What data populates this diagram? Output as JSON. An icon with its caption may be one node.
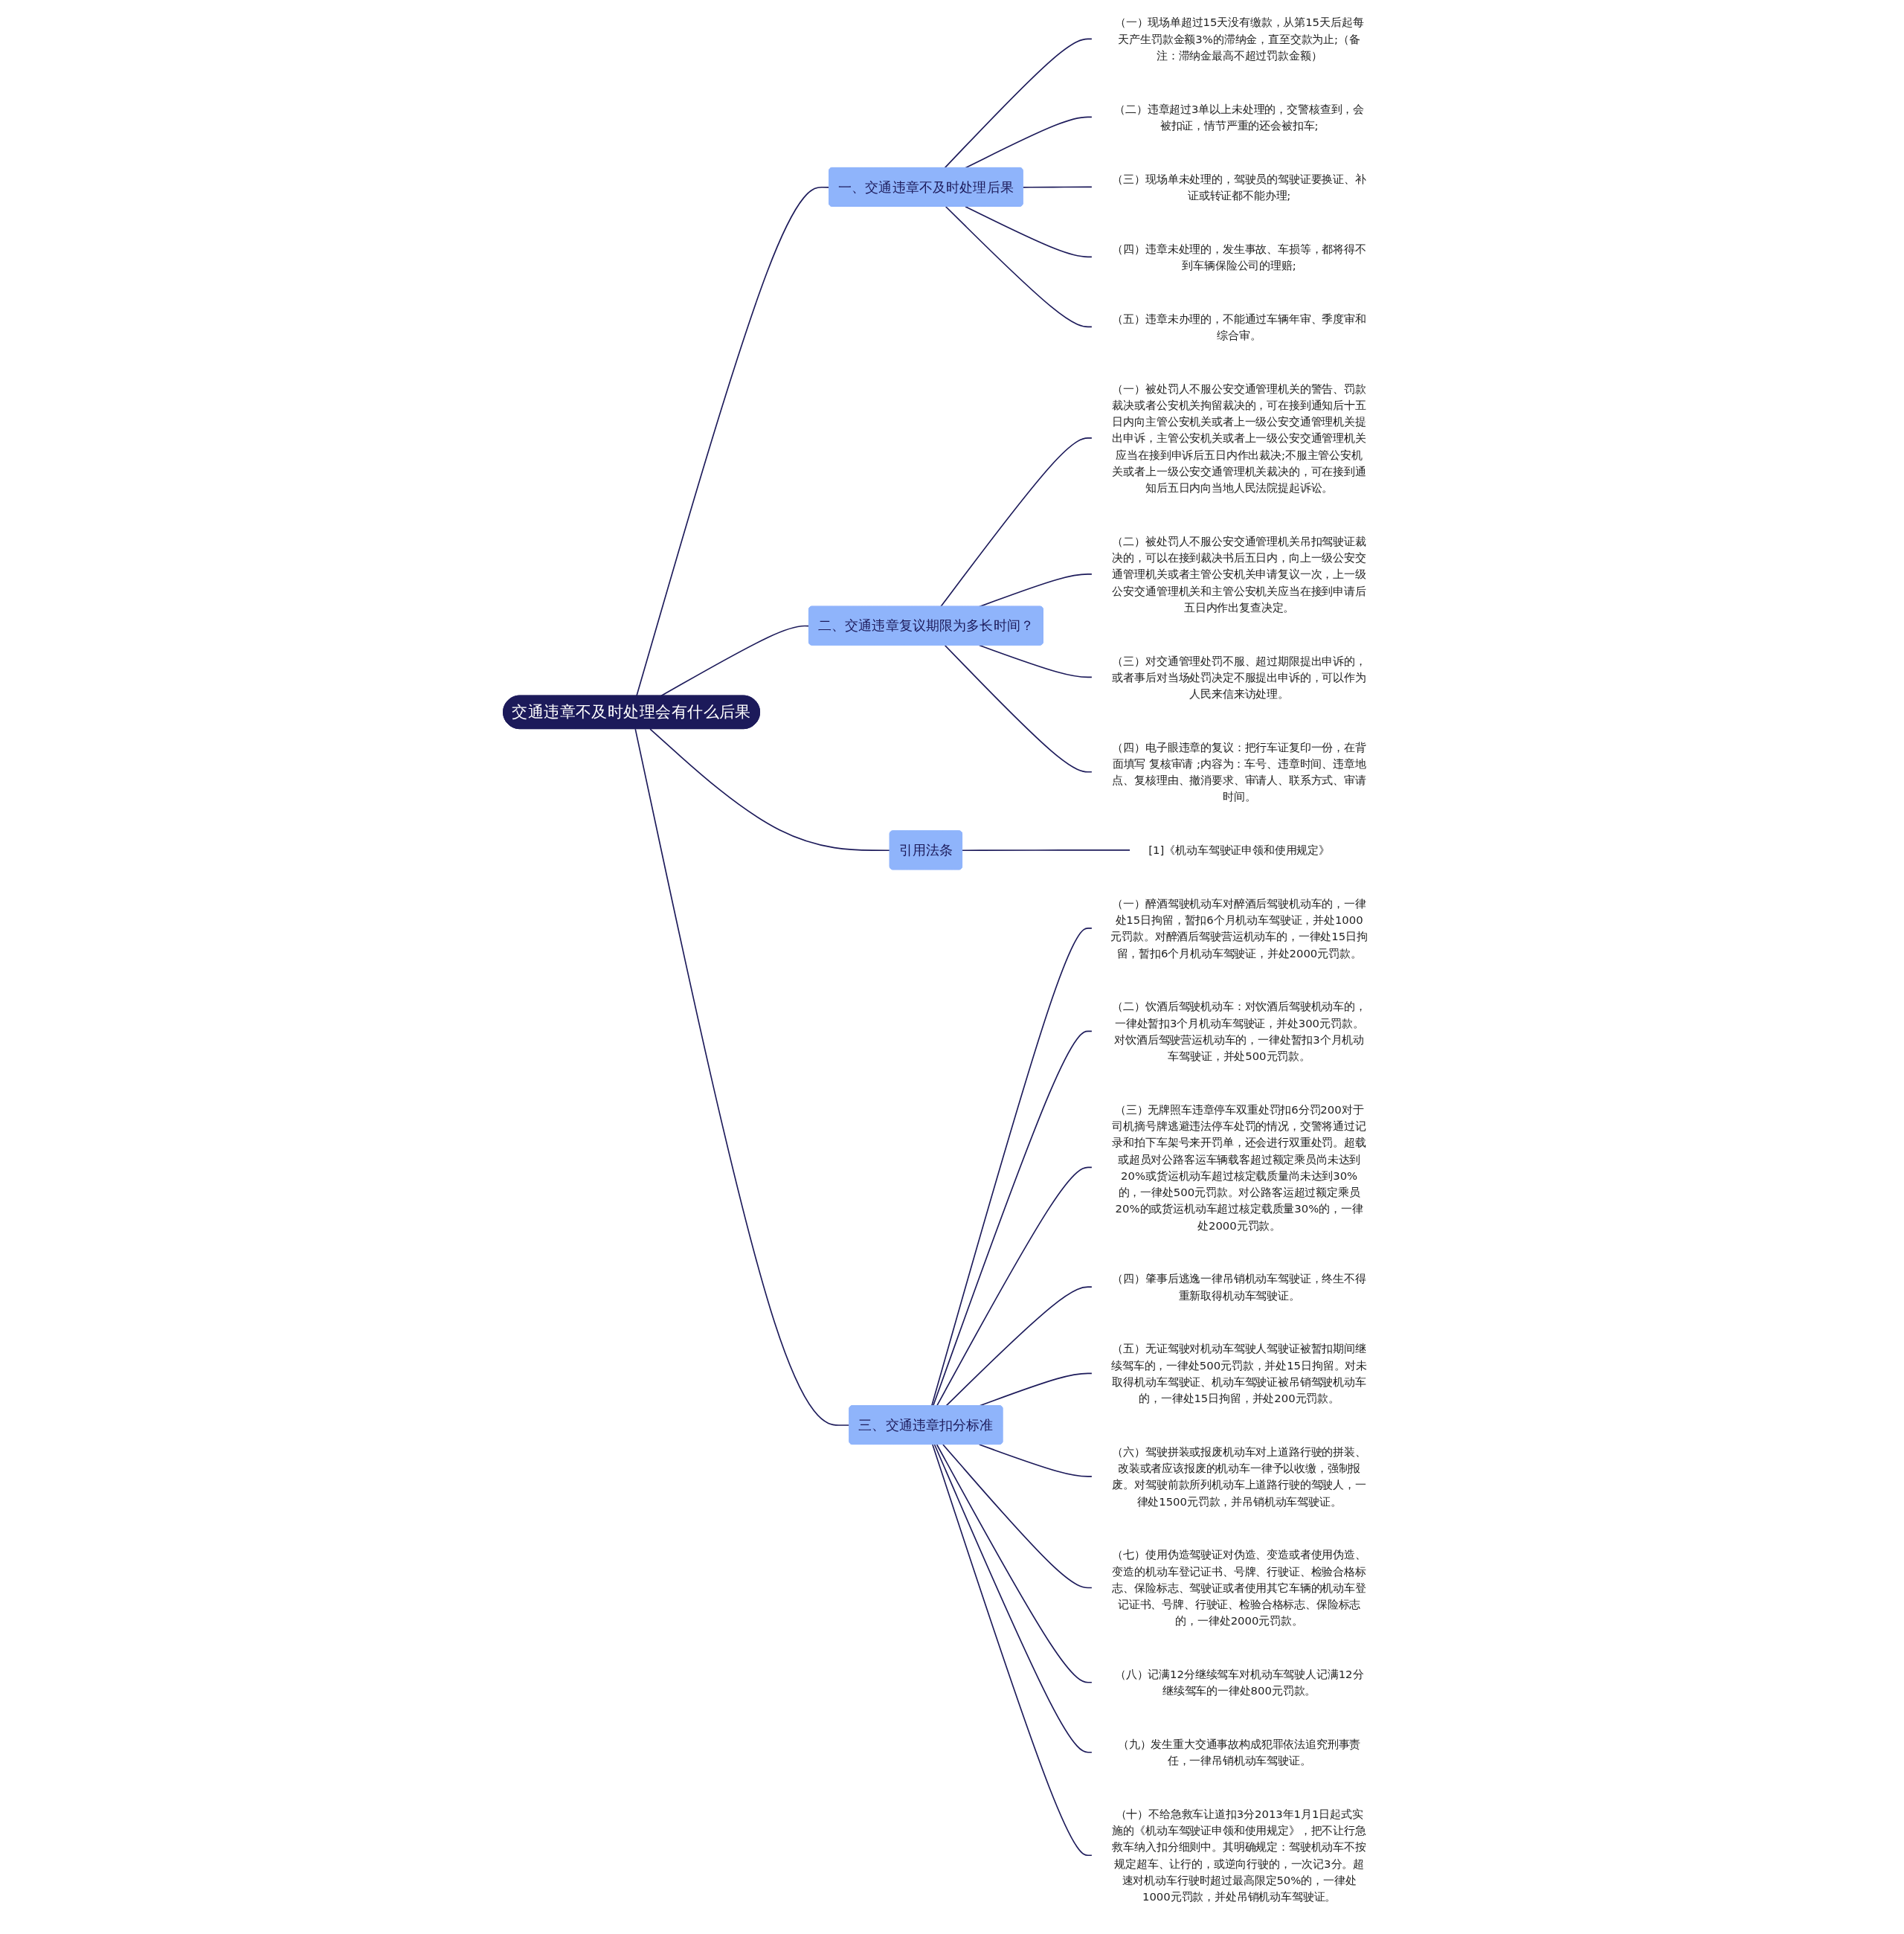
{
  "diagram": {
    "nodes": [
      {
        "text": [
          "交通违章不及时处理会有什么后果"
        ]
      },
      {
        "text": [
          "一、交通违章不及时处理后果"
        ]
      },
      {
        "text": [
          "（一）现场单超过15天没有缴款，从第15天后起每天产生罚款金额3%的滞纳金，直至交款为止;（备注：滞纳金最高不超过罚款金额）"
        ]
      },
      {
        "text": [
          "（二）违章超过3单以上未处理的，交警核查到，会被扣证，情节严重的还会被扣车;"
        ]
      },
      {
        "text": [
          "（三）现场单未处理的，驾驶员的驾驶证要换证、补证或转证都不能办理;"
        ]
      },
      {
        "text": [
          "（四）违章未处理的，发生事故、车损等，都将得不到车辆保险公司的理赔;"
        ]
      },
      {
        "text": [
          "（五）违章未办理的，不能通过车辆年审、季度审和综合审。"
        ]
      },
      {
        "text": [
          "二、交通违章复议期限为多长时间？"
        ]
      },
      {
        "text": [
          "（一）被处罚人不服公安交通管理机关的警告、罚款裁决或者公安机关拘留裁决的，可在接到通知后十五日内向主管公安机关或者上一级公安交通管理机关提出申诉，主管公安机关或者上一级公安交通管理机关应当在接到申诉后五日内作出裁决;不服主管公安机关或者上一级公安交通管理机关裁决的，可在接到通知后五日内向当地人民法院提起诉讼。"
        ]
      },
      {
        "text": [
          "（二）被处罚人不服公安交通管理机关吊扣驾驶证裁决的，可以在接到裁决书后五日内，向上一级公安交通管理机关或者主管公安机关申请复议一次，上一级公安交通管理机关和主管公安机关应当在接到申请后五日内作出复查决定。"
        ]
      },
      {
        "text": [
          "（三）对交通管理处罚不服、超过期限提出申诉的，或者事后对当场处罚决定不服提出申诉的，可以作为人民来信来访处理。"
        ]
      },
      {
        "text": [
          "（四）电子眼违章的复议：把行车证复印一份，在背面填写 复核审请 ;内容为：车号、违章时间、违章地点、复核理由、撤消要求、审请人、联系方式、审请时间。"
        ]
      },
      {
        "text": [
          "引用法条"
        ]
      },
      {
        "text": [
          "[1]《机动车驾驶证申领和使用规定》"
        ]
      },
      {
        "text": [
          "三、交通违章扣分标准"
        ]
      },
      {
        "text": [
          "（一）醉酒驾驶机动车对醉酒后驾驶机动车的，一律处15日拘留，暂扣6个月机动车驾驶证，并处1000元罚款。对醉酒后驾驶营运机动车的，一律处15日拘留，暂扣6个月机动车驾驶证，并处2000元罚款。"
        ]
      },
      {
        "text": [
          "（二）饮酒后驾驶机动车：对饮酒后驾驶机动车的，一律处暂扣3个月机动车驾驶证，并处300元罚款。对饮酒后驾驶营运机动车的，一律处暂扣3个月机动车驾驶证，并处500元罚款。"
        ]
      },
      {
        "text": [
          "（三）无牌照车违章停车双重处罚扣6分罚200对于司机摘号牌逃避违法停车处罚的情况，交警将通过记录和拍下车架号来开罚单，还会进行双重处罚。超载或超员对公路客运车辆载客超过额定乘员尚未达到20%或货运机动车超过核定载质量尚未达到30%的，一律处500元罚款。对公路客运超过额定乘员20%的或货运机动车超过核定载质量30%的，一律处2000元罚款。"
        ]
      },
      {
        "text": [
          "（四）肇事后逃逸一律吊销机动车驾驶证，终生不得重新取得机动车驾驶证。"
        ]
      },
      {
        "text": [
          "（五）无证驾驶对机动车驾驶人驾驶证被暂扣期间继续驾车的，一律处500元罚款，并处15日拘留。对未取得机动车驾驶证、机动车驾驶证被吊销驾驶机动车的，一律处15日拘留，并处200元罚款。"
        ]
      },
      {
        "text": [
          "（六）驾驶拼装或报废机动车对上道路行驶的拼装、改装或者应该报废的机动车一律予以收缴，强制报废。对驾驶前款所列机动车上道路行驶的驾驶人，一律处1500元罚款，并吊销机动车驾驶证。"
        ]
      },
      {
        "text": [
          "（七）使用伪造驾驶证对伪造、变造或者使用伪造、变造的机动车登记证书、号牌、行驶证、检验合格标志、保险标志、驾驶证或者使用其它车辆的机动车登记证书、号牌、行驶证、检验合格标志、保险标志的，一律处2000元罚款。"
        ]
      },
      {
        "text": [
          "（八）记满12分继续驾车对机动车驾驶人记满12分继续驾车的一律处800元罚款。"
        ]
      },
      {
        "text": [
          "（九）发生重大交通事故构成犯罪依法追究刑事责任，一律吊销机动车驾驶证。"
        ]
      },
      {
        "text": [
          "（十）不给急救车让道扣3分2013年1月1日起式实施的《机动车驾驶证申领和使用规定》，把不让行急救车纳入扣分细则中。其明确规定：驾驶机动车不按规定超车、让行的，或逆向行驶的，一次记3分。超速对机动车行驶时超过最高限定50%的，一律处1000元罚款，并处吊销机动车驾驶证。"
        ]
      }
    ],
    "edges": [
      {
        "from": 0,
        "to": 1,
        "arrow": "none"
      },
      {
        "from": 1,
        "to": 2,
        "arrow": "none"
      },
      {
        "from": 1,
        "to": 3,
        "arrow": "none"
      },
      {
        "from": 1,
        "to": 4,
        "arrow": "none"
      },
      {
        "from": 1,
        "to": 5,
        "arrow": "none"
      },
      {
        "from": 1,
        "to": 6,
        "arrow": "none"
      },
      {
        "from": 0,
        "to": 7,
        "arrow": "none"
      },
      {
        "from": 7,
        "to": 8,
        "arrow": "none"
      },
      {
        "from": 7,
        "to": 9,
        "arrow": "none"
      },
      {
        "from": 7,
        "to": 10,
        "arrow": "none"
      },
      {
        "from": 7,
        "to": 11,
        "arrow": "none"
      },
      {
        "from": 0,
        "to": 12,
        "arrow": "none"
      },
      {
        "from": 12,
        "to": 13,
        "arrow": "none"
      },
      {
        "from": 0,
        "to": 14,
        "arrow": "none"
      },
      {
        "from": 14,
        "to": 15,
        "arrow": "none"
      },
      {
        "from": 14,
        "to": 16,
        "arrow": "none"
      },
      {
        "from": 14,
        "to": 17,
        "arrow": "none"
      },
      {
        "from": 14,
        "to": 18,
        "arrow": "none"
      },
      {
        "from": 14,
        "to": 19,
        "arrow": "none"
      },
      {
        "from": 14,
        "to": 20,
        "arrow": "none"
      },
      {
        "from": 14,
        "to": 21,
        "arrow": "none"
      },
      {
        "from": 14,
        "to": 22,
        "arrow": "none"
      },
      {
        "from": 14,
        "to": 23,
        "arrow": "none"
      },
      {
        "from": 14,
        "to": 24,
        "arrow": "none"
      }
    ]
  }
}
